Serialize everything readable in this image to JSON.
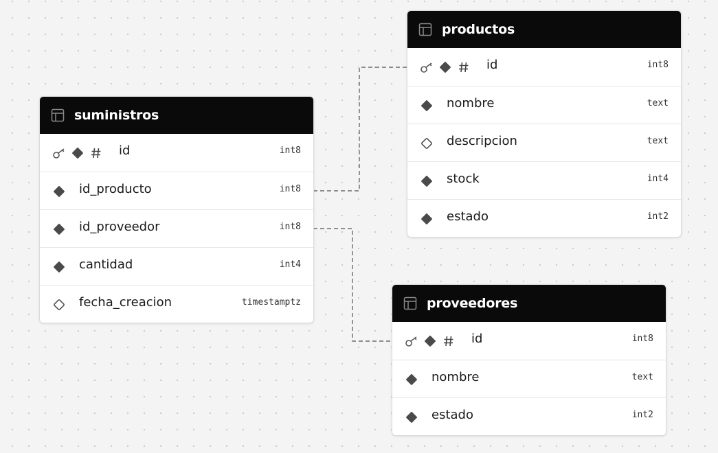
{
  "tables": [
    {
      "name": "suministros",
      "columns": [
        {
          "name": "id",
          "type": "int8",
          "primary_key": true,
          "nullable": false
        },
        {
          "name": "id_producto",
          "type": "int8",
          "primary_key": false,
          "nullable": false
        },
        {
          "name": "id_proveedor",
          "type": "int8",
          "primary_key": false,
          "nullable": false
        },
        {
          "name": "cantidad",
          "type": "int4",
          "primary_key": false,
          "nullable": false
        },
        {
          "name": "fecha_creacion",
          "type": "timestamptz",
          "primary_key": false,
          "nullable": true
        }
      ]
    },
    {
      "name": "productos",
      "columns": [
        {
          "name": "id",
          "type": "int8",
          "primary_key": true,
          "nullable": false
        },
        {
          "name": "nombre",
          "type": "text",
          "primary_key": false,
          "nullable": false
        },
        {
          "name": "descripcion",
          "type": "text",
          "primary_key": false,
          "nullable": true
        },
        {
          "name": "stock",
          "type": "int4",
          "primary_key": false,
          "nullable": false
        },
        {
          "name": "estado",
          "type": "int2",
          "primary_key": false,
          "nullable": false
        }
      ]
    },
    {
      "name": "proveedores",
      "columns": [
        {
          "name": "id",
          "type": "int8",
          "primary_key": true,
          "nullable": false
        },
        {
          "name": "nombre",
          "type": "text",
          "primary_key": false,
          "nullable": false
        },
        {
          "name": "estado",
          "type": "int2",
          "primary_key": false,
          "nullable": false
        }
      ]
    }
  ],
  "relationships": [
    {
      "from_table": "suministros",
      "from_column": "id_producto",
      "to_table": "productos",
      "to_column": "id"
    },
    {
      "from_table": "suministros",
      "from_column": "id_proveedor",
      "to_table": "proveedores",
      "to_column": "id"
    }
  ],
  "icons": {
    "table": "table-icon",
    "primary_key": "key-icon",
    "not_null": "filled-diamond-icon",
    "nullable": "outline-diamond-icon",
    "identity": "hash-icon"
  },
  "colors": {
    "canvas_background": "#f4f4f4",
    "header_background": "#0a0a0a",
    "header_text": "#ffffff",
    "connector": "#6b6b6b"
  }
}
